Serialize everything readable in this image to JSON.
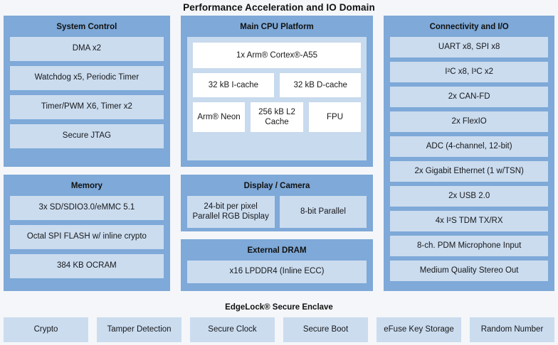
{
  "title": "Performance Acceleration and IO Domain",
  "colors": {
    "panel_blue": "#7EA9D8",
    "item_blue": "#cbdcef",
    "inner_blue": "#c8daed",
    "white_box": "#ffffff",
    "page_background": "#f4f6f9",
    "text": "#17181a"
  },
  "columns": {
    "left": {
      "system_control": {
        "title": "System Control",
        "items": [
          "DMA x2",
          "Watchdog x5, Periodic Timer",
          "Timer/PWM X6, Timer x2",
          "Secure JTAG"
        ]
      },
      "memory": {
        "title": "Memory",
        "items": [
          "3x SD/SDIO3.0/eMMC 5.1",
          "Octal SPI FLASH w/ inline crypto",
          "384 KB OCRAM"
        ]
      }
    },
    "middle": {
      "main_cpu": {
        "title": "Main CPU Platform",
        "core": "1x Arm® Cortex®-A55",
        "cache_row": [
          "32 kB I-cache",
          "32 kB D-cache"
        ],
        "unit_row": [
          "Arm® Neon",
          "256 kB L2 Cache",
          "FPU"
        ]
      },
      "display_camera": {
        "title": "Display / Camera",
        "items": [
          "24-bit per pixel Parallel RGB Display",
          "8-bit Parallel"
        ]
      },
      "external_dram": {
        "title": "External DRAM",
        "items": [
          "x16 LPDDR4 (Inline ECC)"
        ]
      }
    },
    "right": {
      "connectivity": {
        "title": "Connectivity and I/O",
        "items": [
          "UART x8, SPI x8",
          "I²C x8, I³C x2",
          "2x CAN-FD",
          "2x FlexIO",
          "ADC (4-channel, 12-bit)",
          "2x Gigabit Ethernet (1 w/TSN)",
          "2x USB 2.0",
          "4x I²S TDM TX/RX",
          "8-ch. PDM Microphone Input",
          "Medium Quality Stereo Out"
        ]
      }
    }
  },
  "footer": {
    "title": "EdgeLock® Secure Enclave",
    "items": [
      "Crypto",
      "Tamper Detection",
      "Secure Clock",
      "Secure Boot",
      "eFuse Key Storage",
      "Random Number"
    ]
  }
}
